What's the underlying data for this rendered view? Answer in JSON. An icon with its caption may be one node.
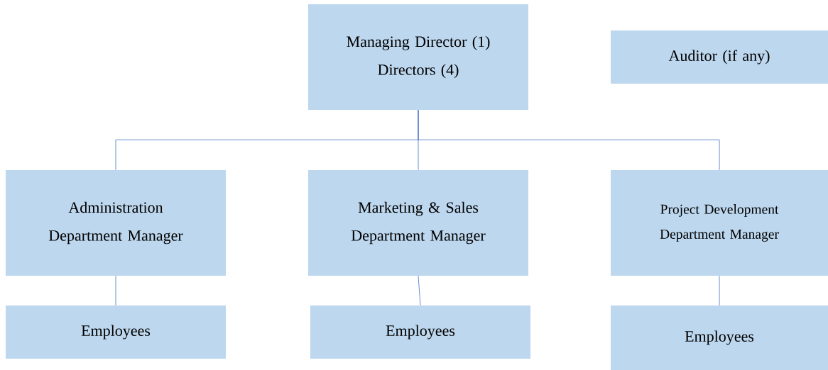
{
  "diagram": {
    "nodes": [
      {
        "text": [
          "Managing Director (1)",
          "Directors (4)"
        ]
      },
      {
        "text": [
          "Auditor (if any)"
        ]
      },
      {
        "text": [
          "Administration Department Manager"
        ]
      },
      {
        "text": [
          "Marketing & Sales Department Manager"
        ]
      },
      {
        "text": [
          "Project Development Department Manager"
        ]
      },
      {
        "text": [
          "Employees"
        ]
      },
      {
        "text": [
          "Employees"
        ]
      },
      {
        "text": [
          "Employees"
        ]
      }
    ],
    "edges": [
      {
        "from": 0,
        "to": 2,
        "arrow": "none"
      },
      {
        "from": 0,
        "to": 3,
        "arrow": "none"
      },
      {
        "from": 0,
        "to": 4,
        "arrow": "none"
      },
      {
        "from": 2,
        "to": 5,
        "arrow": "none"
      },
      {
        "from": 3,
        "to": 6,
        "arrow": "none"
      },
      {
        "from": 4,
        "to": 7,
        "arrow": "none"
      }
    ]
  }
}
